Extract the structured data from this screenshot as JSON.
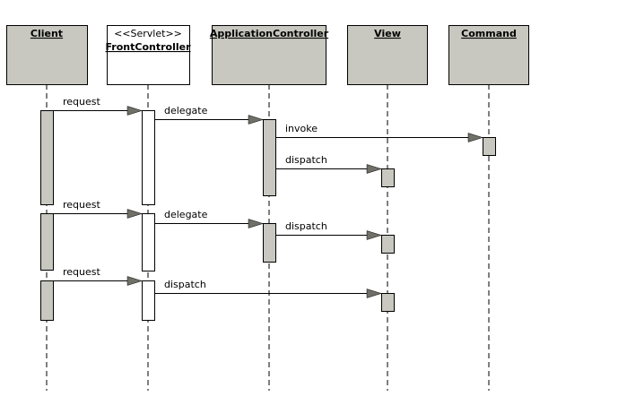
{
  "participants": [
    {
      "name": "Client",
      "stereotype": "",
      "fill": "#c8c8c0"
    },
    {
      "name": "FrontController",
      "stereotype": "<<Servlet>>",
      "fill": "#ffffff"
    },
    {
      "name": "ApplicationController",
      "stereotype": "",
      "fill": "#c8c8c0"
    },
    {
      "name": "View",
      "stereotype": "",
      "fill": "#c8c8c0"
    },
    {
      "name": "Command",
      "stereotype": "",
      "fill": "#c8c8c0"
    }
  ],
  "messages": [
    {
      "label": "request",
      "from": "Client",
      "to": "FrontController"
    },
    {
      "label": "delegate",
      "from": "FrontController",
      "to": "ApplicationController"
    },
    {
      "label": "invoke",
      "from": "ApplicationController",
      "to": "Command"
    },
    {
      "label": "dispatch",
      "from": "ApplicationController",
      "to": "View"
    },
    {
      "label": "request",
      "from": "Client",
      "to": "FrontController"
    },
    {
      "label": "delegate",
      "from": "FrontController",
      "to": "ApplicationController"
    },
    {
      "label": "dispatch",
      "from": "ApplicationController",
      "to": "View"
    },
    {
      "label": "request",
      "from": "Client",
      "to": "FrontController"
    },
    {
      "label": "dispatch",
      "from": "FrontController",
      "to": "View"
    }
  ],
  "colors": {
    "activation_gray": "#c8c8c0",
    "activation_white": "#ffffff",
    "arrowhead": "#707068"
  }
}
